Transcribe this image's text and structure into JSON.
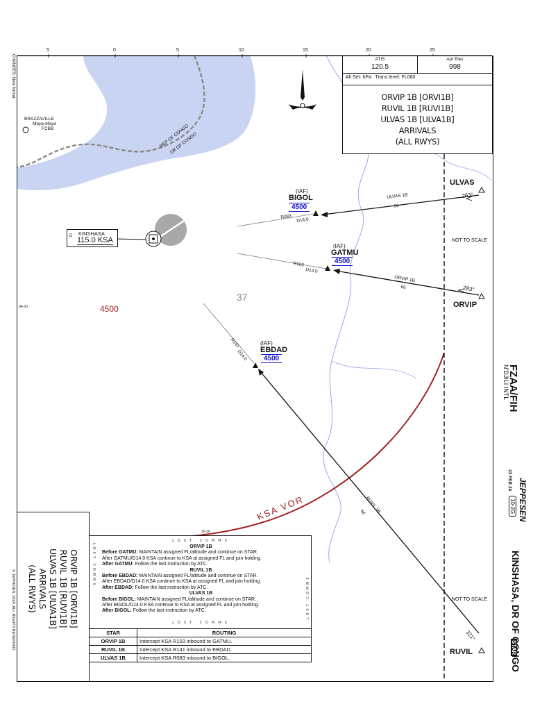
{
  "chart": {
    "changes_note": "CHANGES: New format.",
    "copyright": "© JEPPESEN, 2024. ALL RIGHTS RESERVED.",
    "icao_iata": "FZAA/FIH",
    "airport_name": "N'DJILI INTL",
    "date": "23 FEB 24",
    "chart_index": "10-2G",
    "publisher": "JEPPESEN",
    "city": "KINSHASA, DR OF CONGO",
    "chart_type": "STAR"
  },
  "header_box": {
    "atis_label": "ATIS",
    "atis_value": "120.5",
    "elev_label": "Apt Elev",
    "elev_value": "998",
    "altset": "Alt Set: hPa   Trans level: FL060",
    "title_lines": [
      "ORVIP 1B [ORVI1B]",
      "RUVIL 1B [RUVI1B]",
      "ULVAS 1B [ULVA1B]",
      "ARRIVALS",
      "(ALL RWYS)"
    ]
  },
  "side_title_lines": [
    "ORVIP 1B [ORVI1B]",
    "RUVIL 1B [RUVI1B]",
    "ULVAS 1B [ULVA1B]",
    "ARRIVALS",
    "(ALL RWYS)"
  ],
  "scale_ticks": [
    "5",
    "0",
    "5",
    "10",
    "15",
    "20",
    "25"
  ],
  "lat_label_1": "04-30",
  "lat_label_2": "15-30",
  "map": {
    "brazzaville": "BRAZZAVILLE",
    "mayamaya": "Maya-Maya",
    "fcbb": "FCBB",
    "rep_congo": "REP OF CONGO",
    "dr_congo": "DR OF CONGO",
    "vor_name": "KINSHASA",
    "vor_freq": "115.0 KSA",
    "vor_d": "D",
    "msa": "4500",
    "terrain": "37",
    "arc_label": "KSA VOR",
    "not_to_scale_1": "NOT TO SCALE",
    "not_to_scale_2": "NOT TO SCALE"
  },
  "fixes": {
    "bigol": {
      "name": "BIGOL",
      "iaf": "(IAF)",
      "alt": "4500",
      "radial": "R083",
      "dme": "D14.0"
    },
    "gatmu": {
      "name": "GATMU",
      "iaf": "(IAF)",
      "alt": "4500",
      "radial": "R103",
      "dme": "D14.0"
    },
    "ebdad": {
      "name": "EBDAD",
      "iaf": "(IAF)",
      "alt": "4500",
      "radial": "R141",
      "dme": "D14.0"
    },
    "ulvas": {
      "name": "ULVAS",
      "course": "263°",
      "route": "ULVAS 1B",
      "dist": "66"
    },
    "orvip": {
      "name": "ORVIP",
      "course": "283°",
      "route": "ORVIP 1B",
      "dist": "66"
    },
    "ruvil": {
      "name": "RUVIL",
      "course": "321°",
      "route": "RUVIL 1B",
      "dist": "66"
    }
  },
  "lost_comm": {
    "strip": "LOST COMMS",
    "sections": [
      {
        "title": "ORVIP 1B",
        "lines": [
          {
            "b": "Before GATMU:",
            "t": " MAINTAIN assigned FL/altitude and continue on STAR."
          },
          {
            "b": "",
            "t": "After GATMU/D14.0 KSA continue to KSA at assigned FL and join holding."
          },
          {
            "b": "After GATMU:",
            "t": " Follow the last instruction by ATC."
          }
        ]
      },
      {
        "title": "RUVIL 1B",
        "lines": [
          {
            "b": "Before EBDAD:",
            "t": " MAINTAIN assigned FL/altitude and continue on STAR."
          },
          {
            "b": "",
            "t": "After EBDAD/D14.0 KSA continue to KSA at assigned FL and join holding."
          },
          {
            "b": "After EBDAD:",
            "t": " Follow the last instruction by ATC."
          }
        ]
      },
      {
        "title": "ULVAS 1B",
        "lines": [
          {
            "b": "Before BIGOL:",
            "t": " MAINTAIN assigned FL/altitude and continue on STAR."
          },
          {
            "b": "",
            "t": "After BIGOL/D14.0 KSA continue to KSA at assigned FL and join holding."
          },
          {
            "b": "After BIGOL:",
            "t": " Follow the last instruction by ATC."
          }
        ]
      }
    ]
  },
  "routing_table": {
    "headers": [
      "STAR",
      "ROUTING"
    ],
    "rows": [
      [
        "ORVIP 1B",
        "Intercept KSA R103 inbound to GATMU."
      ],
      [
        "RUVIL 1B",
        "Intercept KSA R141 inbound to EBDAD."
      ],
      [
        "ULVAS 1B",
        "Intercept KSA R083 inbound to BIGOL."
      ]
    ]
  },
  "colors": {
    "water": "#c8d4f2",
    "border_red": "#a02020",
    "blue_alt": "#1010c8",
    "river": "#9aa6e8",
    "vor_circle": "#a8a8a8"
  }
}
